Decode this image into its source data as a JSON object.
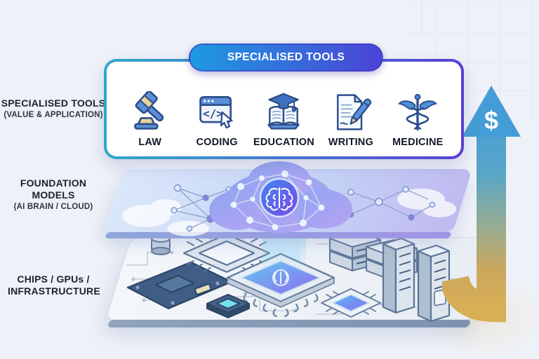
{
  "badge": {
    "label": "SPECIALISED TOOLS"
  },
  "left_labels": {
    "tools": {
      "title": "SPECIALISED TOOLS",
      "subtitle": "(VALUE & APPLICATION)"
    },
    "models": {
      "title": "FOUNDATION MODELS",
      "subtitle": "(AI BRAIN / CLOUD)"
    },
    "infra": {
      "title": "CHIPS / GPUs / INFRASTRUCTURE"
    }
  },
  "tools": [
    {
      "label": "LAW",
      "icon": "gavel-icon"
    },
    {
      "label": "CODING",
      "icon": "code-window-icon"
    },
    {
      "label": "EDUCATION",
      "icon": "book-graduation-icon"
    },
    {
      "label": "WRITING",
      "icon": "document-pen-icon"
    },
    {
      "label": "MEDICINE",
      "icon": "caduceus-icon"
    }
  ],
  "coding_icon_glyph": "</>",
  "arrow": {
    "symbol": "$"
  },
  "colors": {
    "background": "#eef1f7",
    "badge-gradient-start": "#1e9ae0",
    "badge-gradient-end": "#4b44d6",
    "card-border-start": "#2fa9c9",
    "card-border-end": "#5a3fd6",
    "label-ink": "#1b2130",
    "icon-blue": "#5b8fd6",
    "icon-outline": "#2c4e8c",
    "panel-blue": "#c5d4f6",
    "arrow-blue": "#439bd6",
    "arrow-gold": "#d9af55",
    "brain-gradient-start": "#3f86ee",
    "brain-gradient-end": "#7d49e8"
  }
}
